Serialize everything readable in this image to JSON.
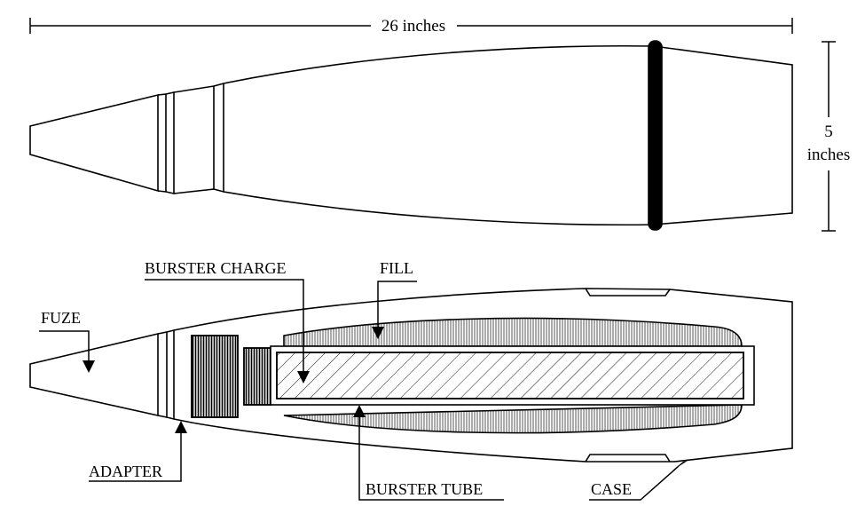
{
  "dimensions": {
    "length": "26 inches",
    "diameter_value": "5",
    "diameter_unit": "inches"
  },
  "labels": {
    "fuze": "FUZE",
    "burster_charge": "BURSTER CHARGE",
    "fill": "FILL",
    "adapter": "ADAPTER",
    "burster_tube": "BURSTER TUBE",
    "case": "CASE"
  },
  "colors": {
    "line": "#000000",
    "background": "#ffffff",
    "fill_hatch": "#444444"
  }
}
